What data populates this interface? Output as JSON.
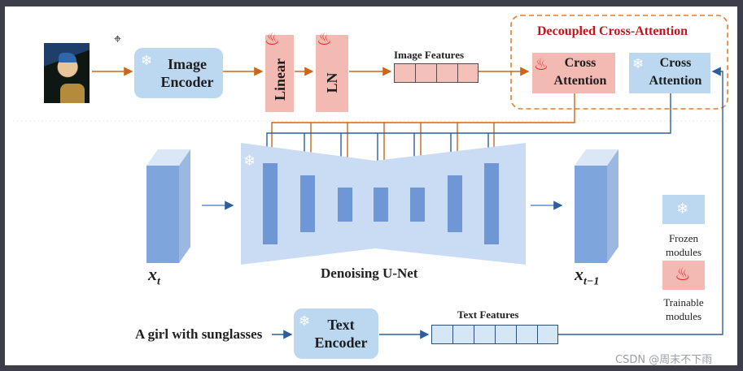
{
  "diagram": {
    "image_encoder_label": "Image\nEncoder",
    "linear_label": "Linear",
    "ln_label": "LN",
    "image_features_label": "Image Features",
    "decoupled_title": "Decoupled Cross-Attention",
    "cross_attention_trainable_label": "Cross\nAttention",
    "cross_attention_frozen_label": "Cross\nAttention",
    "xt_label_base": "x",
    "xt_label_sub": "t",
    "xt1_label_base": "x",
    "xt1_label_sub": "t−1",
    "unet_label": "Denoising U-Net",
    "prompt_text": "A girl with sunglasses",
    "text_encoder_label": "Text\nEncoder",
    "text_features_label": "Text Features",
    "legend_frozen_label": "Frozen\nmodules",
    "legend_trainable_label": "Trainable\nmodules",
    "watermark": "CSDN @周末不下雨"
  },
  "colors": {
    "frozen_blue": "#bcd8f0",
    "trainable_pink": "#f3b9b3",
    "arrow_orange": "#c8681e",
    "arrow_blue": "#2e5d9a",
    "unet_fill": "#c9dcf3",
    "unet_block": "#6f97d6",
    "dashed_border": "#e07f2f",
    "title_red": "#c0161d"
  },
  "icons": [
    "snowflake-icon",
    "flame-icon",
    "cursor-icon",
    "portrait-image"
  ]
}
